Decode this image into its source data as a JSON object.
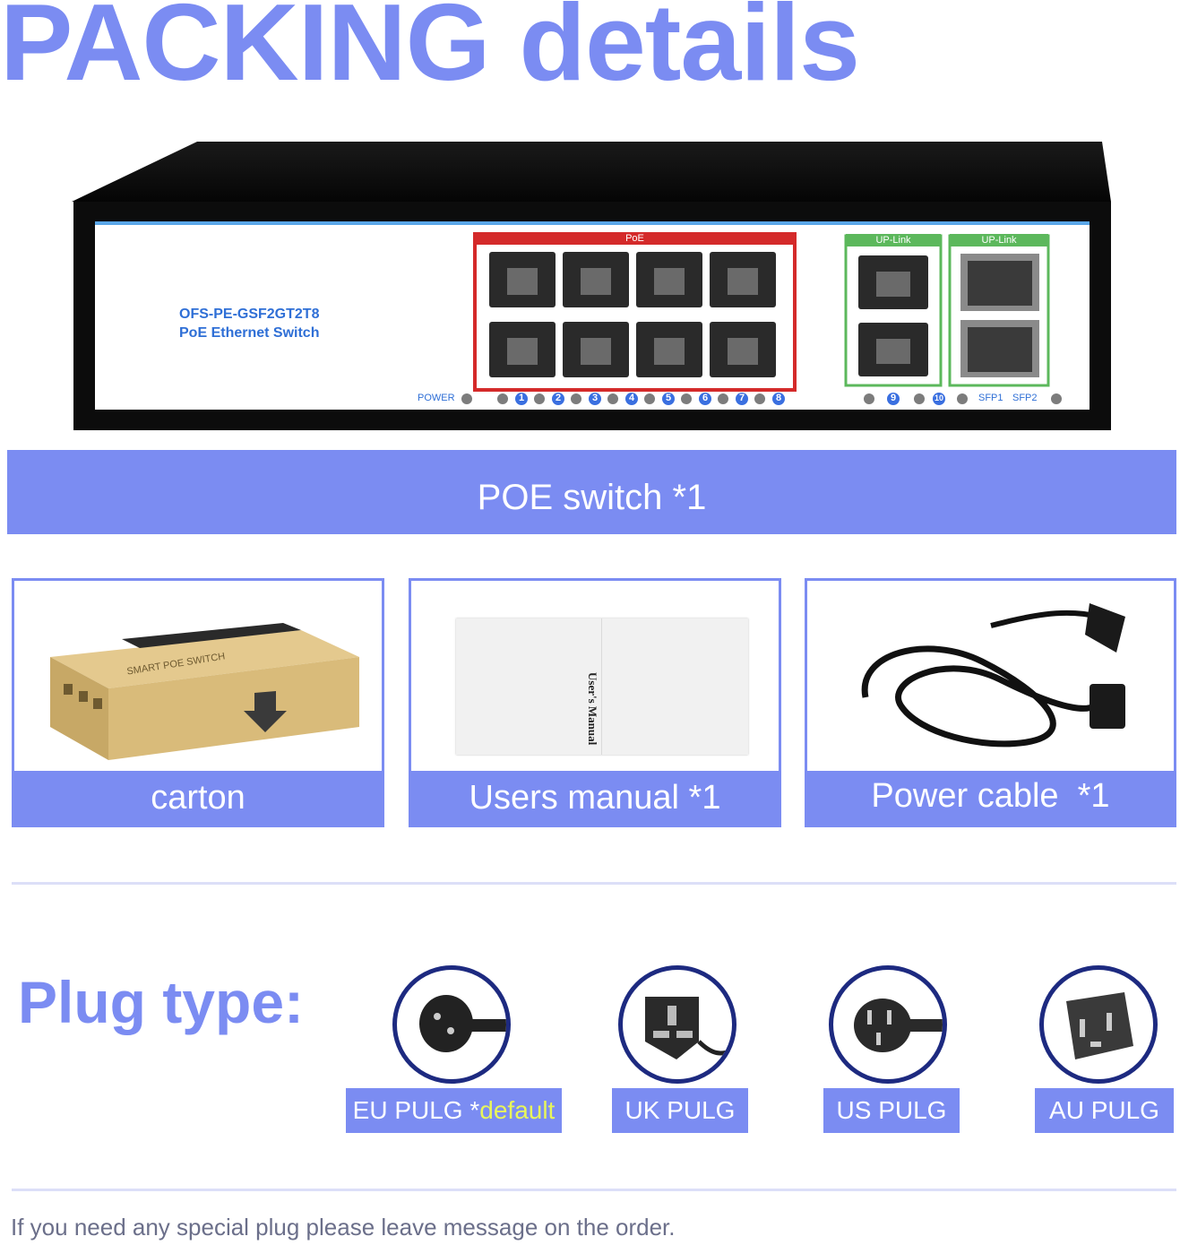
{
  "heading": "PACKING details",
  "switch": {
    "model": "OFS-PE-GSF2GT2T8",
    "subtitle": "PoE Ethernet Switch",
    "poe_group_label": "PoE",
    "uplink_label_1": "UP-Link",
    "uplink_label_2": "UP-Link",
    "power_label": "POWER",
    "port_numbers": [
      "1",
      "2",
      "3",
      "4",
      "5",
      "6",
      "7",
      "8"
    ],
    "uplink_numbers": [
      "9",
      "10"
    ],
    "sfp_labels": [
      "SFP1",
      "SFP2"
    ]
  },
  "poe_banner": "POE switch *1",
  "items": [
    {
      "label": "carton",
      "icon": "carton-box-image"
    },
    {
      "label": "Users manual *1",
      "icon": "user-manual-image"
    },
    {
      "label": "Power cable  *1",
      "icon": "power-cable-image"
    }
  ],
  "manual_text": "User's Manual",
  "carton_text": "SMART POE SWITCH",
  "plug_section": {
    "title": "Plug type:",
    "plugs": [
      {
        "label_main": "EU PULG *",
        "label_highlight": "default",
        "icon": "eu-plug-icon"
      },
      {
        "label_main": "UK PULG",
        "icon": "uk-plug-icon"
      },
      {
        "label_main": "US PULG",
        "icon": "us-plug-icon"
      },
      {
        "label_main": "AU PULG",
        "icon": "au-plug-icon"
      }
    ]
  },
  "footer_note": "If you need any special plug please leave message on the order.",
  "colors": {
    "accent": "#7b8cf2",
    "poe_border": "#d42a2a",
    "uplink_border": "#5cb85c",
    "highlight": "#e8f55a"
  }
}
